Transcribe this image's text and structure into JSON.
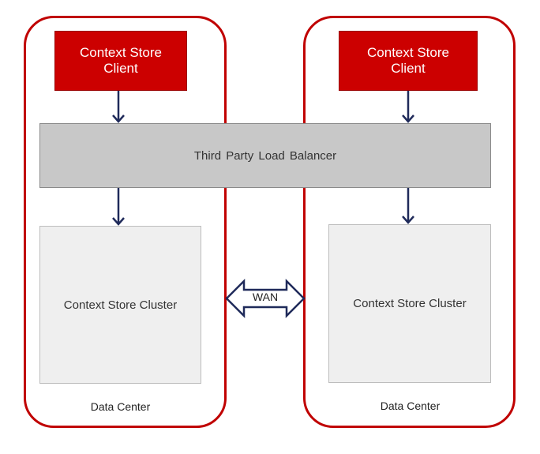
{
  "data_centers": [
    {
      "label": "Data Center",
      "client": {
        "line1": "Context Store",
        "line2": "Client"
      },
      "cluster": {
        "label": "Context Store Cluster"
      }
    },
    {
      "label": "Data Center",
      "client": {
        "line1": "Context Store",
        "line2": "Client"
      },
      "cluster": {
        "label": "Context Store Cluster"
      }
    }
  ],
  "load_balancer": {
    "label": "Third Party Load Balancer"
  },
  "wan": {
    "label": "WAN"
  },
  "colors": {
    "data_center_border": "#c00000",
    "client_fill": "#cc0000",
    "load_balancer_fill": "#c8c8c8",
    "cluster_fill": "#efefef",
    "arrow": "#1f2a5a"
  },
  "icons": [
    "down-arrow-icon",
    "double-arrow-icon"
  ]
}
